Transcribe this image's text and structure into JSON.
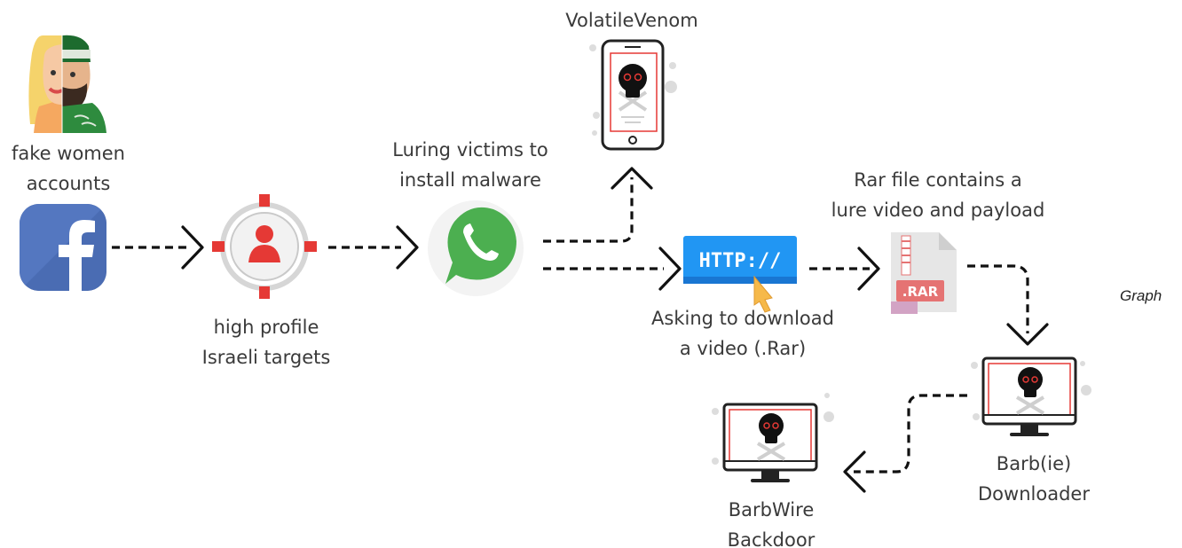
{
  "nodes": {
    "fake_accounts": {
      "line1": "fake women",
      "line2": "accounts"
    },
    "targets": {
      "line1": "high profile",
      "line2": "Israeli targets"
    },
    "luring": {
      "line1": "Luring victims to",
      "line2": "install malware"
    },
    "volatile": {
      "label": "VolatileVenom"
    },
    "download": {
      "line1": "Asking to download",
      "line2": "a video (.Rar)"
    },
    "rar": {
      "line1": "Rar file contains a",
      "line2": "lure video and payload",
      "badge": ".RAR"
    },
    "barbie": {
      "line1": "Barb(ie)",
      "line2": "Downloader"
    },
    "barbwire": {
      "line1": "BarbWire",
      "line2": "Backdoor"
    }
  },
  "http_badge": "HTTP://",
  "side_label": "Graph",
  "colors": {
    "accent_red": "#e53935",
    "facebook_blue": "#3b5998",
    "whatsapp_green": "#4caf50",
    "http_blue": "#2196f3",
    "rar_pink": "#e57373"
  },
  "icons": [
    "woman-man-split-avatar-icon",
    "facebook-icon",
    "target-crosshair-icon",
    "whatsapp-icon",
    "phone-skull-icon",
    "http-link-icon",
    "rar-file-icon",
    "monitor-skull-icon"
  ]
}
